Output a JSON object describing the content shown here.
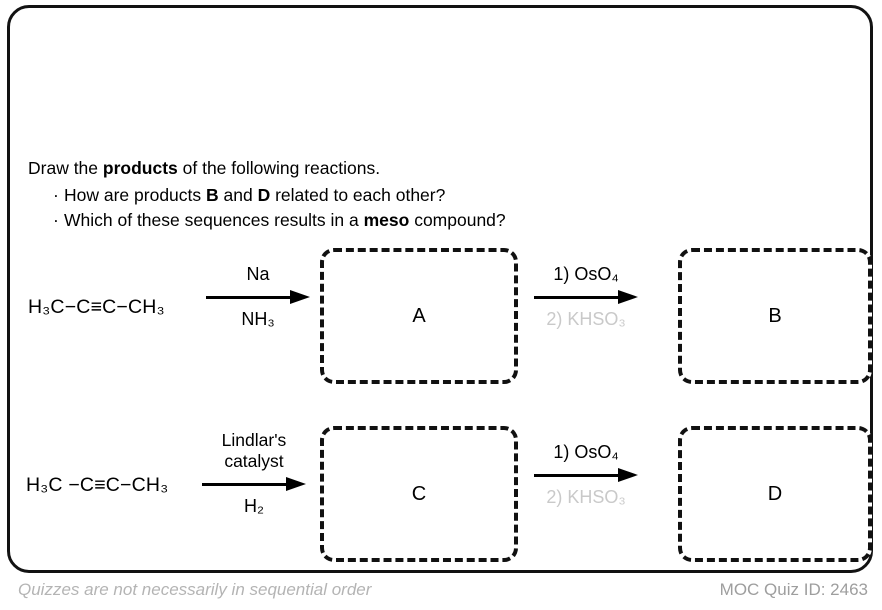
{
  "quiz": {
    "prompt": {
      "main_before": "Draw the ",
      "main_bold": "products",
      "main_after": " of the following reactions.",
      "bullets": [
        {
          "dot": "·",
          "before": "How are products ",
          "bold1": "B",
          "middle": " and ",
          "bold2": "D",
          "after": " related to each other?"
        },
        {
          "dot": "·",
          "before": "Which of these sequences results in a ",
          "bold1": "meso",
          "middle": "",
          "bold2": "",
          "after": " compound?"
        }
      ]
    },
    "rows": [
      {
        "substrate": "H₃C−C≡C−CH₃",
        "arrow1_top": "Na",
        "arrow1_bottom": "NH₃",
        "product1": "A",
        "arrow2_top": "1) OsO₄",
        "arrow2_bottom": "2) KHSO₃",
        "product2": "B"
      },
      {
        "substrate": "H₃C −C≡C−CH₃",
        "arrow1_top": "Lindlar's",
        "arrow1_top2": "catalyst",
        "arrow1_bottom": "H₂",
        "product1": "C",
        "arrow2_top": "1) OsO₄",
        "arrow2_bottom": "2) KHSO₃",
        "product2": "D"
      }
    ],
    "footer": {
      "note": "Quizzes are not necessarily in sequential order",
      "quiz_id": "MOC Quiz ID: 2463"
    },
    "colors": {
      "text": "#000000",
      "muted_reagent": "#c9c9c9",
      "footer_note": "#b4b4b4",
      "footer_id": "#9e9e9e",
      "border": "#121212"
    }
  }
}
